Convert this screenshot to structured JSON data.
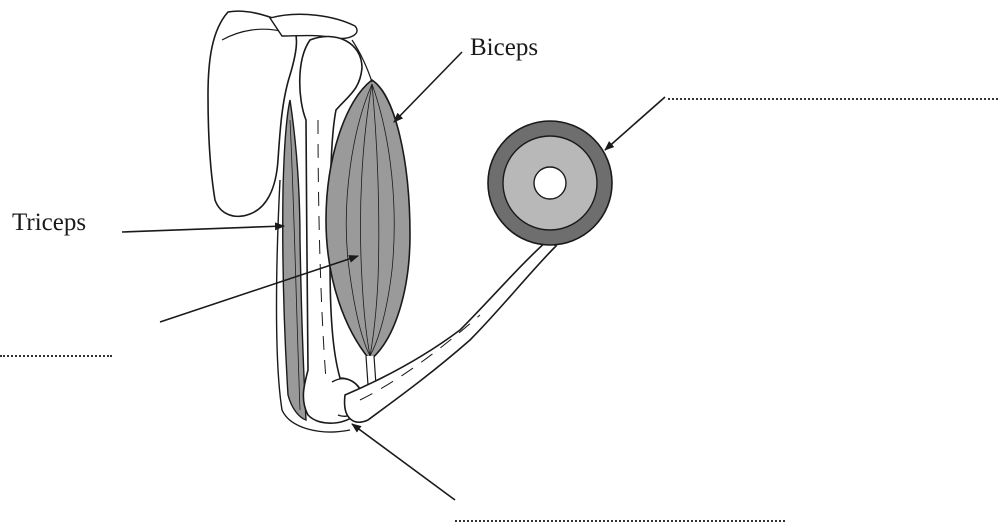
{
  "labels": {
    "biceps": "Biceps",
    "triceps": "Triceps"
  },
  "answer_blanks": [
    {
      "name": "joint-cross-section-blank",
      "value": ""
    },
    {
      "name": "muscle-tissue-blank",
      "value": ""
    },
    {
      "name": "elbow-joint-blank",
      "value": ""
    }
  ],
  "colors": {
    "muscle_fill": "#9a9a9a",
    "cross_section_outer": "#6e6e6e",
    "cross_section_inner": "#b8b8b8",
    "outline": "#1a1a1a"
  }
}
